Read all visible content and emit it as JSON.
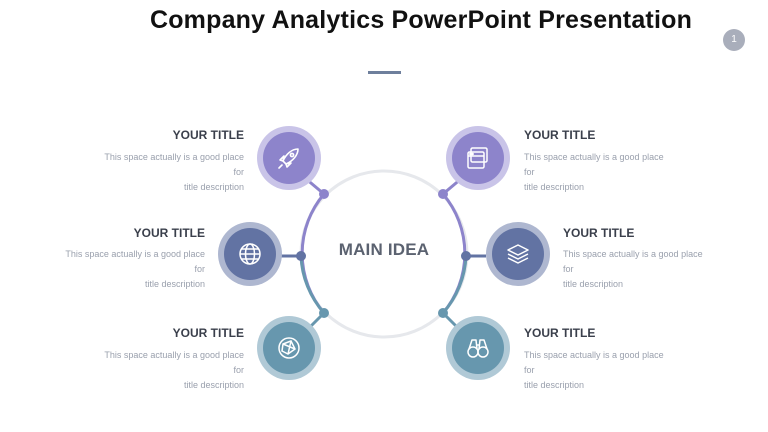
{
  "slide": {
    "title": "Company Analytics PowerPoint Presentation",
    "page_number": "1",
    "main_idea": "MAIN IDEA"
  },
  "items": [
    {
      "title": "YOUR TITLE",
      "desc_line1": "This space actually is a good place for",
      "desc_line2": "title description",
      "icon": "rocket-icon",
      "color": "#8d84cb",
      "ring": "#c9c4e8"
    },
    {
      "title": "YOUR TITLE",
      "desc_line1": "This space actually is a good place for",
      "desc_line2": "title description",
      "icon": "globe-icon",
      "color": "#6273a3",
      "ring": "#aeb7d0"
    },
    {
      "title": "YOUR TITLE",
      "desc_line1": "This space actually is a good place for",
      "desc_line2": "title description",
      "icon": "world-network-icon",
      "color": "#6797ae",
      "ring": "#b0c9d6"
    },
    {
      "title": "YOUR TITLE",
      "desc_line1": "This space actually is a good place for",
      "desc_line2": "title description",
      "icon": "browser-windows-icon",
      "color": "#8d84cb",
      "ring": "#c9c4e8"
    },
    {
      "title": "YOUR TITLE",
      "desc_line1": "This space actually is a good place for",
      "desc_line2": "title description",
      "icon": "layers-icon",
      "color": "#6273a3",
      "ring": "#aeb7d0"
    },
    {
      "title": "YOUR TITLE",
      "desc_line1": "This space actually is a good place for",
      "desc_line2": "title description",
      "icon": "binoculars-icon",
      "color": "#6797ae",
      "ring": "#b0c9d6"
    }
  ]
}
